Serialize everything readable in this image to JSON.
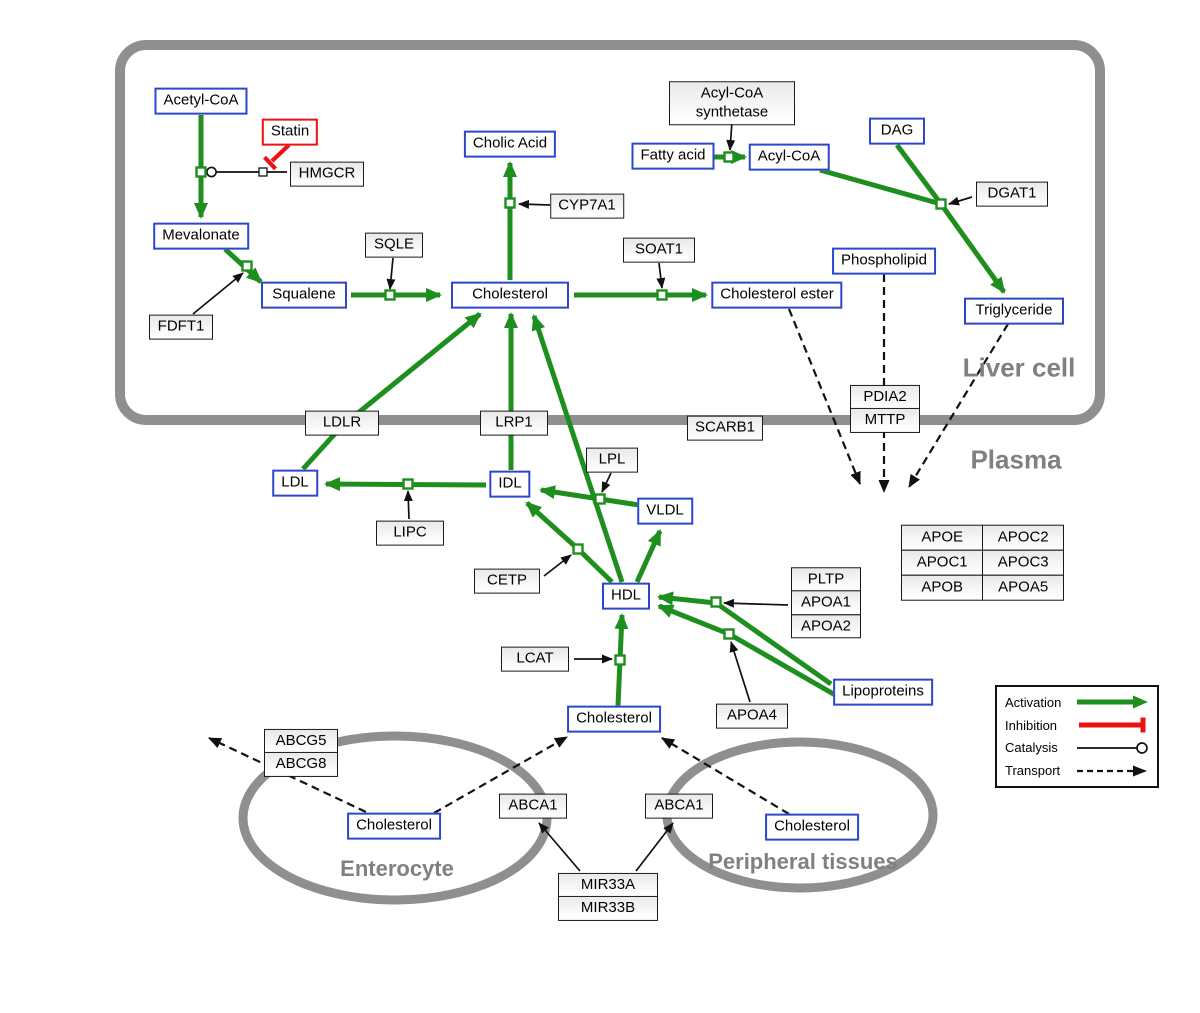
{
  "regions": {
    "liver": {
      "label": "Liver cell"
    },
    "plasma": {
      "label": "Plasma"
    },
    "enterocyte": {
      "label": "Enterocyte"
    },
    "peripheral": {
      "label": "Peripheral tissues"
    }
  },
  "nodes": {
    "acetyl_coa": {
      "label": "Acetyl-CoA",
      "type": "metabolite"
    },
    "statin": {
      "label": "Statin",
      "type": "drug"
    },
    "hmgcr": {
      "label": "HMGCR",
      "type": "enzyme"
    },
    "mevalonate": {
      "label": "Mevalonate",
      "type": "metabolite"
    },
    "fdft1": {
      "label": "FDFT1",
      "type": "enzyme"
    },
    "squalene": {
      "label": "Squalene",
      "type": "metabolite"
    },
    "sqle": {
      "label": "SQLE",
      "type": "enzyme"
    },
    "cholic_acid": {
      "label": "Cholic Acid",
      "type": "metabolite"
    },
    "cyp7a1": {
      "label": "CYP7A1",
      "type": "enzyme"
    },
    "cholesterol_liver": {
      "label": "Cholesterol",
      "type": "metabolite"
    },
    "soat1": {
      "label": "SOAT1",
      "type": "enzyme"
    },
    "cholesterol_ester": {
      "label": "Cholesterol ester",
      "type": "metabolite"
    },
    "acyl_coa_synthetase": {
      "line1": "Acyl-CoA",
      "line2": "synthetase",
      "type": "enzyme"
    },
    "fatty_acid": {
      "label": "Fatty acid",
      "type": "metabolite"
    },
    "acyl_coa": {
      "label": "Acyl-CoA",
      "type": "metabolite"
    },
    "dag": {
      "label": "DAG",
      "type": "metabolite"
    },
    "dgat1": {
      "label": "DGAT1",
      "type": "enzyme"
    },
    "phospholipid": {
      "label": "Phospholipid",
      "type": "metabolite"
    },
    "triglyceride": {
      "label": "Triglyceride",
      "type": "metabolite"
    },
    "ldlr": {
      "label": "LDLR",
      "type": "receptor"
    },
    "lrp1": {
      "label": "LRP1",
      "type": "receptor"
    },
    "scarb1": {
      "label": "SCARB1",
      "type": "receptor"
    },
    "pdia2": {
      "label": "PDIA2",
      "type": "enzyme"
    },
    "mttp": {
      "label": "MTTP",
      "type": "enzyme"
    },
    "ldl": {
      "label": "LDL",
      "type": "metabolite"
    },
    "idl": {
      "label": "IDL",
      "type": "metabolite"
    },
    "lipc": {
      "label": "LIPC",
      "type": "enzyme"
    },
    "lpl": {
      "label": "LPL",
      "type": "enzyme"
    },
    "vldl": {
      "label": "VLDL",
      "type": "metabolite"
    },
    "cetp": {
      "label": "CETP",
      "type": "enzyme"
    },
    "hdl": {
      "label": "HDL",
      "type": "metabolite"
    },
    "pltp": {
      "label": "PLTP",
      "type": "enzyme"
    },
    "apoa1": {
      "label": "APOA1",
      "type": "enzyme"
    },
    "apoa2": {
      "label": "APOA2",
      "type": "enzyme"
    },
    "apoe": {
      "label": "APOE",
      "type": "enzyme"
    },
    "apoc2": {
      "label": "APOC2",
      "type": "enzyme"
    },
    "apoc1": {
      "label": "APOC1",
      "type": "enzyme"
    },
    "apoc3": {
      "label": "APOC3",
      "type": "enzyme"
    },
    "apob": {
      "label": "APOB",
      "type": "enzyme"
    },
    "apoa5": {
      "label": "APOA5",
      "type": "enzyme"
    },
    "lcat": {
      "label": "LCAT",
      "type": "enzyme"
    },
    "apoa4": {
      "label": "APOA4",
      "type": "enzyme"
    },
    "lipoproteins": {
      "label": "Lipoproteins",
      "type": "metabolite"
    },
    "cholesterol_plasma": {
      "label": "Cholesterol",
      "type": "metabolite"
    },
    "abcg5": {
      "label": "ABCG5",
      "type": "transporter"
    },
    "abcg8": {
      "label": "ABCG8",
      "type": "transporter"
    },
    "cholesterol_enterocyte": {
      "label": "Cholesterol",
      "type": "metabolite"
    },
    "abca1_enterocyte": {
      "label": "ABCA1",
      "type": "transporter"
    },
    "abca1_peripheral": {
      "label": "ABCA1",
      "type": "transporter"
    },
    "cholesterol_peripheral": {
      "label": "Cholesterol",
      "type": "metabolite"
    },
    "mir33a": {
      "label": "MIR33A",
      "type": "mirna"
    },
    "mir33b": {
      "label": "MIR33B",
      "type": "mirna"
    }
  },
  "legend": {
    "items": [
      {
        "label": "Activation",
        "type": "activation"
      },
      {
        "label": "Inhibition",
        "type": "inhibition"
      },
      {
        "label": "Catalysis",
        "type": "catalysis"
      },
      {
        "label": "Transport",
        "type": "transport"
      }
    ]
  },
  "colors": {
    "activation": "#1e8e1e",
    "inhibition": "#ee1111",
    "metabolite_border": "#2c47cc",
    "membrane": "#8f8f8f",
    "region_label": "#808080"
  }
}
